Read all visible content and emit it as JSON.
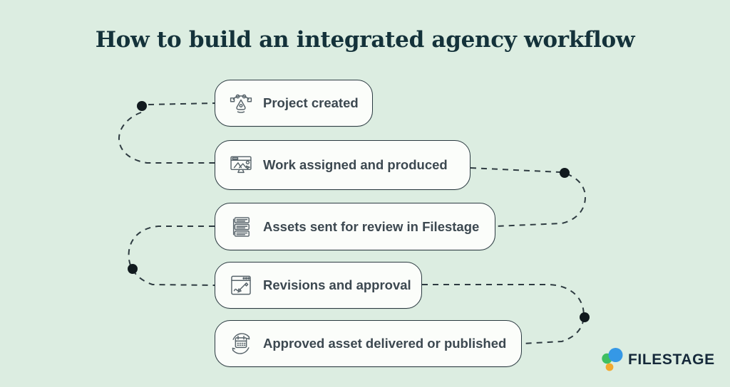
{
  "title": {
    "text": "How to build an integrated agency workflow",
    "color": "#14323a"
  },
  "steps": [
    {
      "label": "Project created",
      "icon": "pen-tool-icon"
    },
    {
      "label": "Work assigned and produced",
      "icon": "design-monitor-icon"
    },
    {
      "label": "Assets sent for review in Filestage",
      "icon": "asset-versions-icon"
    },
    {
      "label": "Revisions and approval",
      "icon": "revision-window-icon"
    },
    {
      "label": "Approved asset delivered or published",
      "icon": "calendar-sync-icon"
    }
  ],
  "logo": {
    "text": "FILESTAGE",
    "mark_colors": {
      "green": "#3fbf61",
      "blue": "#3598e6",
      "yellow": "#f2a92e"
    },
    "text_color": "#15293a"
  },
  "colors": {
    "background": "#dcede1",
    "card_background": "#fbfdfa",
    "card_border": "#2b3a41",
    "card_text": "#3c4850",
    "icon_stroke": "#57636a",
    "connector": "#2e3b41",
    "node_dot": "#111a1e"
  }
}
